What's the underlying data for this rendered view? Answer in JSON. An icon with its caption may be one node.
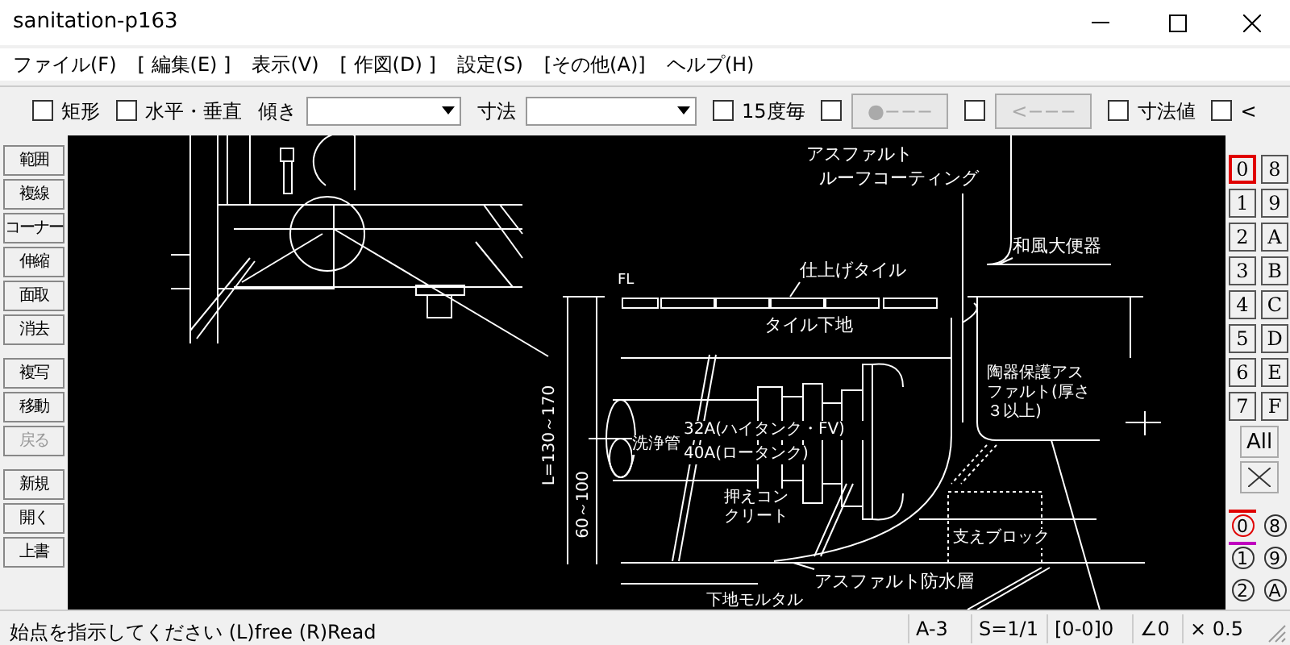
{
  "diagram": {
    "title": "sanitation-p163",
    "nodes": [
      {
        "text": [
          "アスファルト",
          "ルーフコーティング"
        ]
      },
      {
        "text": [
          "和風大便器"
        ]
      },
      {
        "text": [
          "仕上げタイル"
        ]
      },
      {
        "text": [
          "アスファルト防水層"
        ]
      }
    ],
    "edges": [
      {
        "from": 0,
        "to": null,
        "arrow": "none"
      },
      {
        "from": 1,
        "to": null,
        "arrow": "none"
      },
      {
        "from": 2,
        "to": null,
        "arrow": "none"
      },
      {
        "from": 3,
        "to": null,
        "arrow": "none"
      }
    ],
    "labels": [
      "ファイル(F)",
      "[ 編集(E) ]",
      "表示(V)",
      "[ 作図(D) ]",
      "設定(S)",
      "[その他(A)]",
      "ヘルプ(H)",
      "矩形",
      "水平・垂直",
      "傾き",
      "寸法",
      "15度毎",
      "●−−−",
      "<−−−",
      "寸法値",
      "<",
      "範囲",
      "複線",
      "コーナー",
      "伸縮",
      "面取",
      "消去",
      "複写",
      "移動",
      "戻る",
      "新規",
      "開く",
      "上書",
      "0",
      "8",
      "1",
      "9",
      "2",
      "A",
      "3",
      "B",
      "4",
      "C",
      "5",
      "D",
      "6",
      "E",
      "7",
      "F",
      "All",
      "0",
      "8",
      "1",
      "9",
      "2",
      "A",
      "始点を指示してください (L)free (R)Read",
      "A-3",
      "S=1/1",
      "[0-0]0",
      "∠0",
      "× 0.5",
      "FL",
      "タイル下地",
      "陶器保護アスファルト(厚さ３以上)",
      "洗浄管",
      "32A(ハイタンク・FV)",
      "40A(ロータンク)",
      "押えコンクリート",
      "支えブロック",
      "下地モルタル",
      "L=130～170",
      "60～100"
    ]
  }
}
